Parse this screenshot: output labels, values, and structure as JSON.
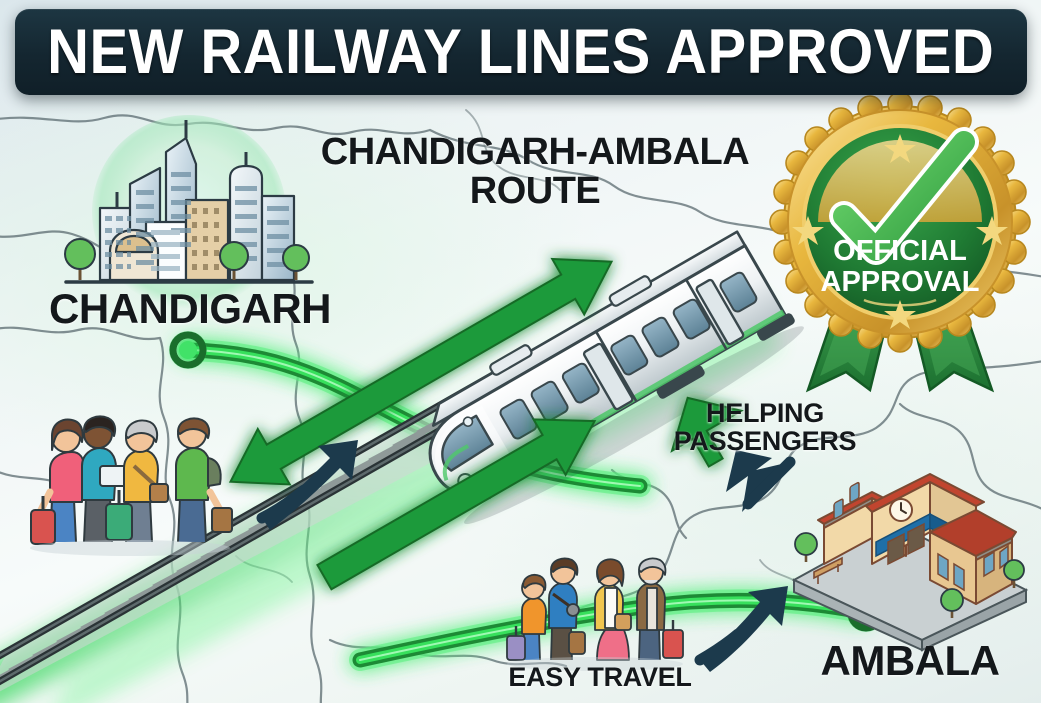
{
  "banner": {
    "title": "NEW RAILWAY LINES APPROVED",
    "bg_color": "#142630",
    "text_color": "#ffffff"
  },
  "route_title": {
    "line1": "CHANDIGARH-AMBALA",
    "line2": "ROUTE",
    "color": "#14181b"
  },
  "endpoints": {
    "origin": {
      "label": "CHANDIGARH",
      "icon": "city-skyline-icon",
      "marker": "route-node-marker"
    },
    "destination": {
      "label": "AMBALA",
      "icon": "railway-station-building-icon",
      "marker": "route-node-marker"
    }
  },
  "badge": {
    "line1": "OFFICIAL",
    "line2": "APPROVAL",
    "icon": "check-mark-icon",
    "ribbon_color": "#2e8b3d",
    "gold_color": "#e8b73e",
    "green_color": "#1f7a33",
    "text_color": "#ffffff",
    "star_count": 3
  },
  "callouts": [
    {
      "id": "helping",
      "line1": "HELPING",
      "line2": "PASSENGERS",
      "icon": "passenger-group-icon"
    },
    {
      "id": "easy",
      "line1": "EASY TRAVEL",
      "line2": "",
      "icon": "family-group-icon"
    }
  ],
  "illustrations": {
    "train": "high-speed-train-icon",
    "track": "railway-track-icon",
    "passengers_left": "traveler-group-icon",
    "passengers_bottom": "family-travelers-icon"
  },
  "colors": {
    "route_green": "#2ee05a",
    "route_green_dark": "#17772f",
    "arrow_green": "#1f9a3a",
    "arrow_navy": "#1c3a4c",
    "background_start": "#dbe7ec",
    "background_end": "#e3edec",
    "map_outline": "#5b6b70",
    "roof_red": "#c1452f",
    "wall_tan": "#f2d9a8"
  }
}
